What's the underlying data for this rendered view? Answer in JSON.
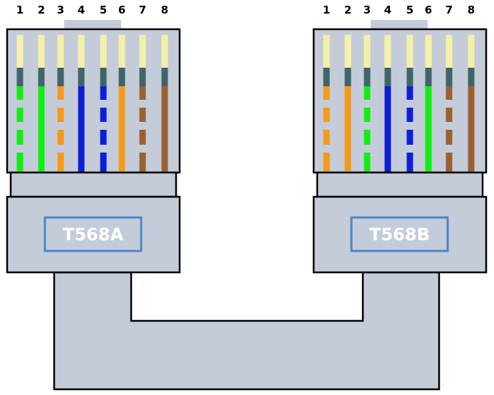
{
  "colors": {
    "body_fill": "#c5ccd9",
    "outline": "#000000",
    "label_border": "#4a86c8",
    "tip": "#f5f0a8",
    "band": "#3f6569",
    "gap": "#c5ccd9",
    "wire": {
      "green": "#11ee11",
      "orange": "#f29a1a",
      "blue": "#0d1fd4",
      "brown": "#9a6033"
    }
  },
  "connectors": [
    {
      "key": "left",
      "standard": "T568A",
      "pins": [
        "1",
        "2",
        "3",
        "4",
        "5",
        "6",
        "7",
        "8"
      ],
      "wires": [
        {
          "color": "green",
          "striped": true
        },
        {
          "color": "green",
          "striped": false
        },
        {
          "color": "orange",
          "striped": true
        },
        {
          "color": "blue",
          "striped": false
        },
        {
          "color": "blue",
          "striped": true
        },
        {
          "color": "orange",
          "striped": false
        },
        {
          "color": "brown",
          "striped": true
        },
        {
          "color": "brown",
          "striped": false
        }
      ]
    },
    {
      "key": "right",
      "standard": "T568B",
      "pins": [
        "1",
        "2",
        "3",
        "4",
        "5",
        "6",
        "7",
        "8"
      ],
      "wires": [
        {
          "color": "orange",
          "striped": true
        },
        {
          "color": "orange",
          "striped": false
        },
        {
          "color": "green",
          "striped": true
        },
        {
          "color": "blue",
          "striped": false
        },
        {
          "color": "blue",
          "striped": true
        },
        {
          "color": "green",
          "striped": false
        },
        {
          "color": "brown",
          "striped": true
        },
        {
          "color": "brown",
          "striped": false
        }
      ]
    }
  ]
}
